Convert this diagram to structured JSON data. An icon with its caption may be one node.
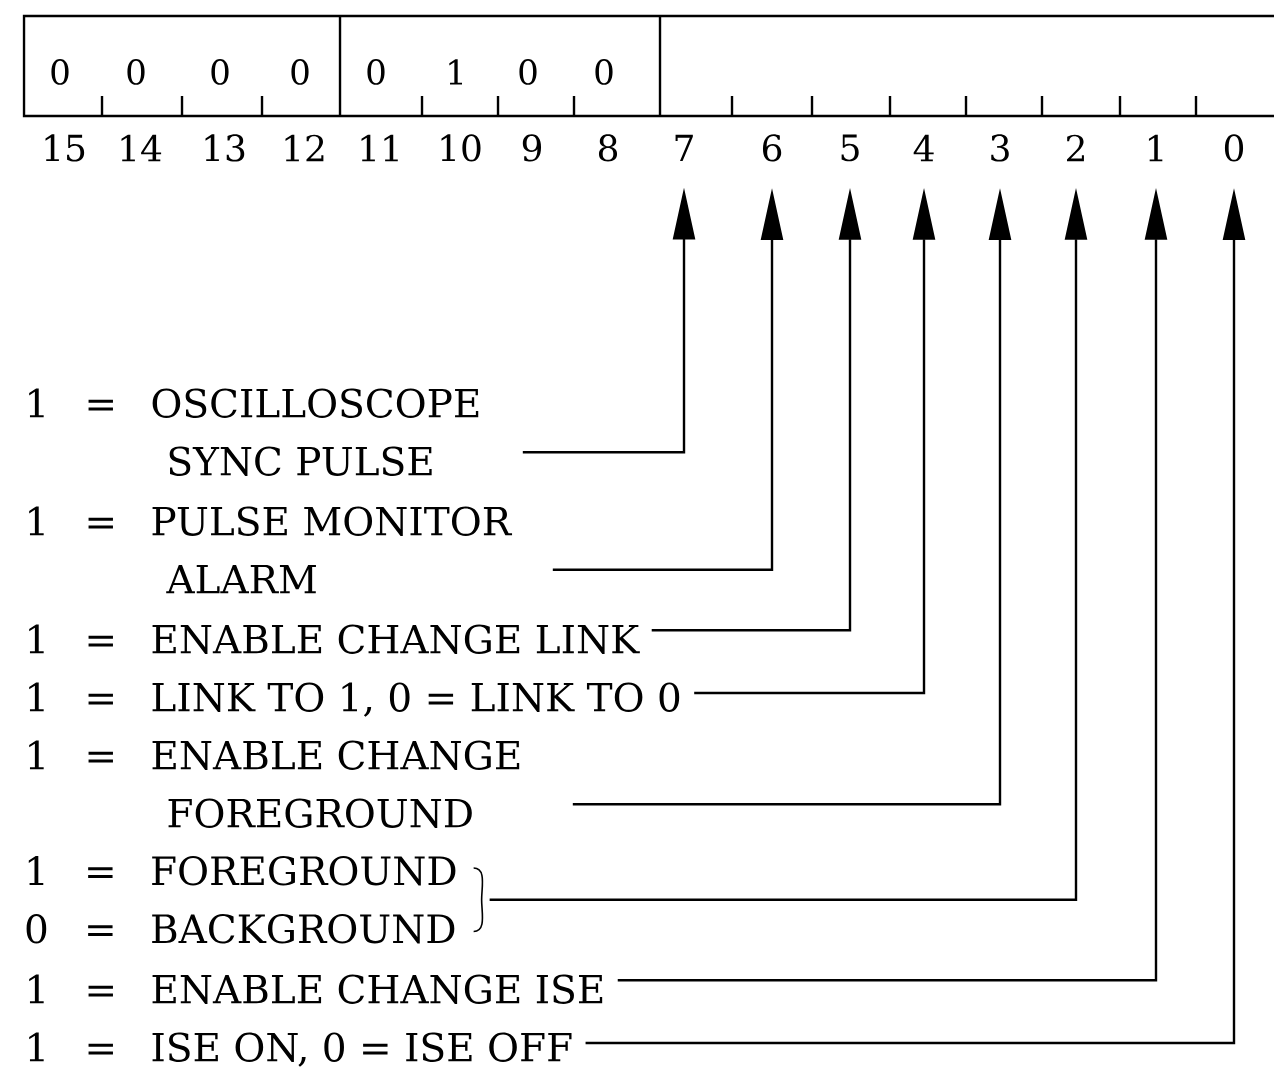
{
  "diagram": {
    "nodes": [
      {
        "text": [
          "7"
        ]
      },
      {
        "text": [
          "6"
        ]
      },
      {
        "text": [
          "5"
        ]
      },
      {
        "text": [
          "4"
        ]
      },
      {
        "text": [
          "3"
        ]
      },
      {
        "text": [
          "2"
        ]
      },
      {
        "text": [
          "1"
        ]
      },
      {
        "text": [
          "0"
        ]
      },
      {
        "text": [
          "1",
          "=",
          "OSCILLOSCOPE SYNC PULSE"
        ]
      },
      {
        "text": [
          "1",
          "=",
          "PULSE MONITOR ALARM"
        ]
      },
      {
        "text": [
          "1",
          "=",
          "ENABLE CHANGE LINK"
        ]
      },
      {
        "text": [
          "1",
          "=",
          "LINK TO 1, 0 = LINK TO 0"
        ]
      },
      {
        "text": [
          "1",
          "=",
          "ENABLE CHANGE FOREGROUND"
        ]
      },
      {
        "text": [
          "1",
          "=",
          "FOREGROUND",
          "0",
          "=",
          "BACKGROUND"
        ]
      },
      {
        "text": [
          "1",
          "=",
          "ENABLE CHANGE ISE"
        ]
      },
      {
        "text": [
          "1",
          "=",
          "ISE ON, 0 = ISE OFF"
        ]
      }
    ],
    "edges": [
      {
        "from": 8,
        "to": 0,
        "arrow": "to"
      },
      {
        "from": 9,
        "to": 1,
        "arrow": "to"
      },
      {
        "from": 10,
        "to": 2,
        "arrow": "to"
      },
      {
        "from": 11,
        "to": 3,
        "arrow": "to"
      },
      {
        "from": 12,
        "to": 4,
        "arrow": "to"
      },
      {
        "from": 13,
        "to": 5,
        "arrow": "to"
      },
      {
        "from": 14,
        "to": 6,
        "arrow": "to"
      },
      {
        "from": 15,
        "to": 7,
        "arrow": "to"
      }
    ],
    "labels": [
      "0",
      "0",
      "0",
      "0",
      "0",
      "1",
      "0",
      "0",
      "15",
      "14",
      "13",
      "12",
      "11",
      "10",
      "9",
      "8"
    ]
  }
}
